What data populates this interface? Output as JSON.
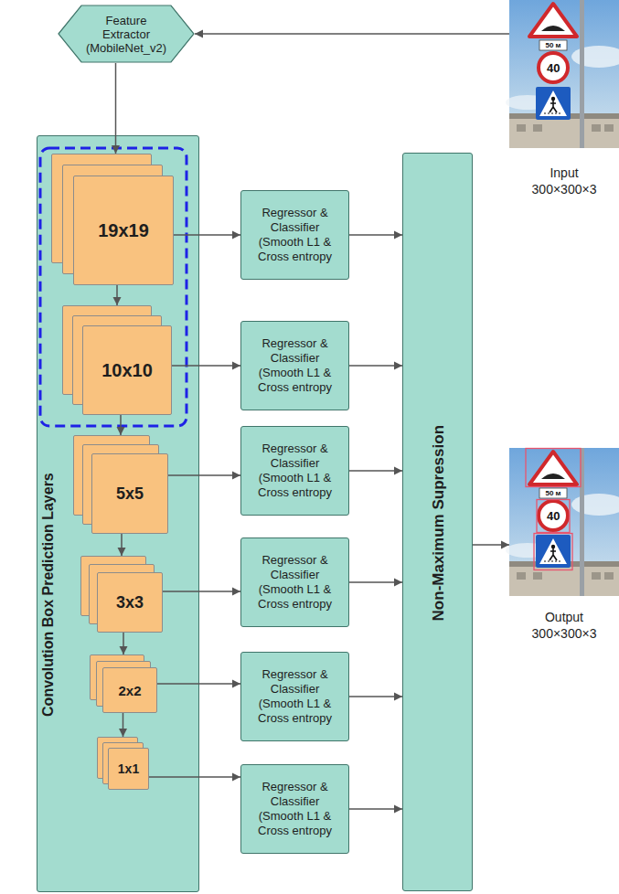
{
  "diagram": {
    "nodes": [
      {
        "text": [
          "Feature Extractor (MobileNet_v2)"
        ]
      },
      {
        "text": [
          "Input 300×300×3"
        ]
      },
      {
        "text": [
          "Convolution Box Prediction Layers"
        ]
      },
      {
        "text": [
          "19x19"
        ],
        "in": 2
      },
      {
        "text": [
          "10x10"
        ],
        "in": 2
      },
      {
        "text": [
          "5x5"
        ],
        "in": 2
      },
      {
        "text": [
          "3x3"
        ],
        "in": 2
      },
      {
        "text": [
          "2x2"
        ],
        "in": 2
      },
      {
        "text": [
          "1x1"
        ],
        "in": 2
      },
      {
        "text": [
          "Regressor & Classifier (Smooth L1 & Cross entropy"
        ]
      },
      {
        "text": [
          "Regressor & Classifier (Smooth L1 & Cross entropy"
        ]
      },
      {
        "text": [
          "Regressor & Classifier (Smooth L1 & Cross entropy"
        ]
      },
      {
        "text": [
          "Regressor & Classifier (Smooth L1 & Cross entropy"
        ]
      },
      {
        "text": [
          "Regressor & Classifier (Smooth L1 & Cross entropy"
        ]
      },
      {
        "text": [
          "Regressor & Classifier (Smooth L1 & Cross entropy"
        ]
      },
      {
        "text": [
          "Non-Maximum Supression"
        ]
      },
      {
        "text": [
          "Output 300×300×3"
        ]
      }
    ],
    "edges": [
      {
        "from": 1,
        "to": 0,
        "arrow": "to"
      },
      {
        "from": 0,
        "to": 3,
        "arrow": "to"
      },
      {
        "from": 3,
        "to": 4,
        "arrow": "to"
      },
      {
        "from": 4,
        "to": 5,
        "arrow": "to"
      },
      {
        "from": 5,
        "to": 6,
        "arrow": "to"
      },
      {
        "from": 6,
        "to": 7,
        "arrow": "to"
      },
      {
        "from": 7,
        "to": 8,
        "arrow": "to"
      },
      {
        "from": 3,
        "to": 9,
        "arrow": "to"
      },
      {
        "from": 4,
        "to": 10,
        "arrow": "to"
      },
      {
        "from": 5,
        "to": 11,
        "arrow": "to"
      },
      {
        "from": 6,
        "to": 12,
        "arrow": "to"
      },
      {
        "from": 7,
        "to": 13,
        "arrow": "to"
      },
      {
        "from": 8,
        "to": 14,
        "arrow": "to"
      },
      {
        "from": 9,
        "to": 15,
        "arrow": "to"
      },
      {
        "from": 10,
        "to": 15,
        "arrow": "to"
      },
      {
        "from": 11,
        "to": 15,
        "arrow": "to"
      },
      {
        "from": 12,
        "to": 15,
        "arrow": "to"
      },
      {
        "from": 13,
        "to": 15,
        "arrow": "to"
      },
      {
        "from": 14,
        "to": 15,
        "arrow": "to"
      },
      {
        "from": 15,
        "to": 16,
        "arrow": "to"
      }
    ],
    "labels": [
      "50 м",
      "40",
      "50 м",
      "40"
    ]
  }
}
